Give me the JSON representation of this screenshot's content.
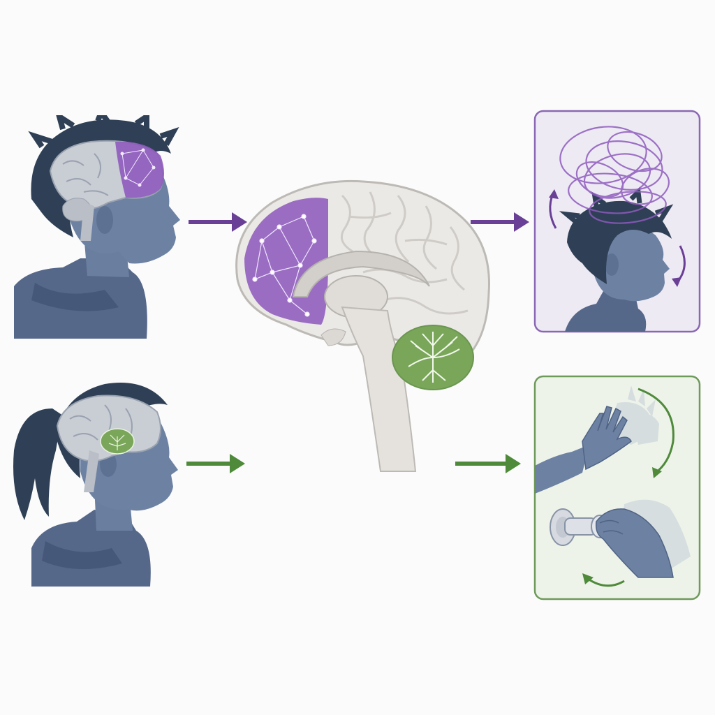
{
  "colors": {
    "background": "#fbfbfb",
    "figure": "#5f7393",
    "figure_dark": "#2f4056",
    "prefrontal": "#8e5bbd",
    "cerebellum": "#7aa65a",
    "brain": "#ebe9e6",
    "brain_outline": "#bdbab6",
    "purple_arrow": "#6a3f96",
    "green_arrow": "#4e8a3a",
    "purple_panel_bg": "#eeeaf4",
    "purple_panel_border": "#8a67b3",
    "green_panel_bg": "#eef3ea",
    "green_panel_border": "#6e9a5a"
  },
  "icons": {
    "boy": "boy-profile-with-prefrontal-highlight",
    "girl": "girl-profile-with-cerebellum-highlight",
    "brain": "sagittal-brain-cross-section",
    "thoughts": "swirling-thoughts-over-head",
    "motor": "hand-wave-and-knob-turn"
  }
}
